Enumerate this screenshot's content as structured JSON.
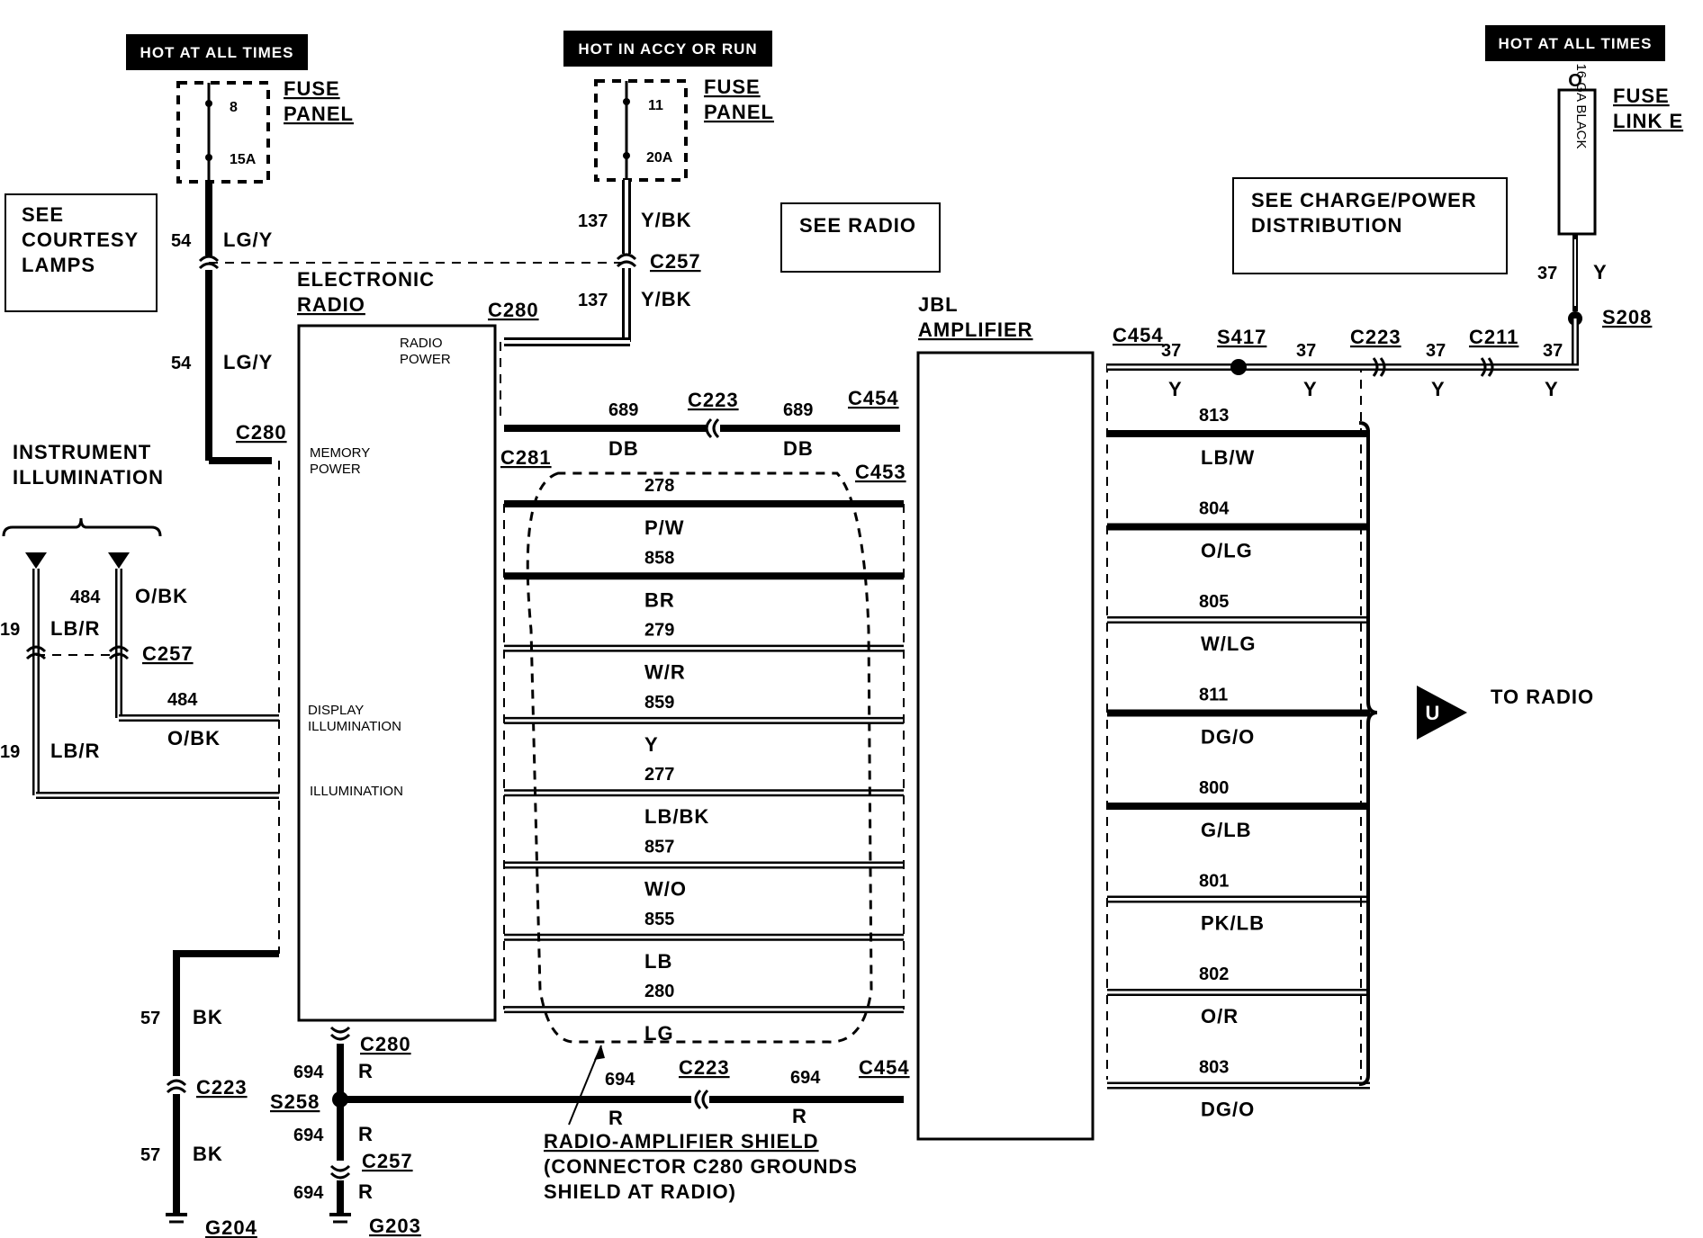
{
  "power": {
    "hot_always_left": "HOT AT ALL TIMES",
    "hot_accy": "HOT IN ACCY OR RUN",
    "hot_always_right": "HOT AT ALL TIMES"
  },
  "fuses": {
    "left": {
      "label1": "FUSE",
      "label2": "PANEL",
      "number": "8",
      "rating": "15A"
    },
    "middle": {
      "label1": "FUSE",
      "label2": "PANEL",
      "number": "11",
      "rating": "20A"
    },
    "right": {
      "label1": "FUSE",
      "label2": "LINK E",
      "gauge": "16 GA BLACK",
      "top": "O"
    }
  },
  "notes": {
    "courtesy": [
      "SEE",
      "COURTESY",
      "LAMPS"
    ],
    "radio": "SEE RADIO",
    "charge": [
      "SEE CHARGE/POWER",
      "DISTRIBUTION"
    ]
  },
  "radio": {
    "title1": "ELECTRONIC",
    "title2": "RADIO",
    "pins": [
      "RADIO",
      "POWER",
      "MEMORY",
      "POWER",
      "DISPLAY",
      "ILLUMINATION",
      "ILLUMINATION"
    ]
  },
  "amp": {
    "title1": "JBL",
    "title2": "AMPLIFIER"
  },
  "illum": {
    "title1": "INSTRUMENT",
    "title2": "ILLUMINATION"
  },
  "labels": {
    "w54a": "54",
    "c54a": "LG/Y",
    "w54b": "54",
    "c54b": "LG/Y",
    "w137a": "137",
    "c137a": "Y/BK",
    "w137b": "137",
    "c137b": "Y/BK",
    "c257_top": "C257",
    "c280_top": "C280",
    "c280_left": "C280",
    "w689a": "689",
    "c689a": "DB",
    "w689b": "689",
    "c689b": "DB",
    "c223_689": "C223",
    "c454_689": "C454",
    "c281": "C281",
    "c453": "C453",
    "w484a": "484",
    "c484a": "O/BK",
    "w19a": "19",
    "c19a": "LB/R",
    "c257_left": "C257",
    "w484b": "484",
    "c484b": "O/BK",
    "w19b": "19",
    "c19b": "LB/R",
    "w57a": "57",
    "c57a": "BK",
    "c223_57": "C223",
    "w57b": "57",
    "c57b": "BK",
    "g204": "G204",
    "w694a": "694",
    "c694a": "R",
    "c280_bot": "C280",
    "s258": "S258",
    "w694b": "694",
    "c694b": "R",
    "c257_bot": "C257",
    "w694c": "694",
    "c694c": "R",
    "g203": "G203",
    "w694d": "694",
    "c694d": "R",
    "c223_694": "C223",
    "w694e": "694",
    "c694e": "R",
    "c454_694": "C454",
    "c454_y": "C454",
    "s417": "S417",
    "c223_y": "C223",
    "c211": "C211",
    "s208": "S208",
    "w37_1": "37",
    "c37_1": "Y",
    "w37_2": "37",
    "c37_2": "Y",
    "w37_3": "37",
    "c37_3": "Y",
    "w37_4": "37",
    "c37_4": "Y",
    "w37_5": "37",
    "c37_5": "Y",
    "to_radio": "TO RADIO",
    "u": "U"
  },
  "shield": {
    "line1": "RADIO-AMPLIFIER SHIELD",
    "line2": "(CONNECTOR C280 GROUNDS",
    "line3": "SHIELD AT RADIO)"
  },
  "center_wires": [
    {
      "num": "278",
      "color": "P/W"
    },
    {
      "num": "858",
      "color": "BR"
    },
    {
      "num": "279",
      "color": "W/R"
    },
    {
      "num": "859",
      "color": "Y"
    },
    {
      "num": "277",
      "color": "LB/BK"
    },
    {
      "num": "857",
      "color": "W/O"
    },
    {
      "num": "855",
      "color": "LB"
    },
    {
      "num": "280",
      "color": "LG"
    }
  ],
  "right_wires": [
    {
      "num": "813",
      "color": "LB/W"
    },
    {
      "num": "804",
      "color": "O/LG"
    },
    {
      "num": "805",
      "color": "W/LG"
    },
    {
      "num": "811",
      "color": "DG/O"
    },
    {
      "num": "800",
      "color": "G/LB"
    },
    {
      "num": "801",
      "color": "PK/LB"
    },
    {
      "num": "802",
      "color": "O/R"
    },
    {
      "num": "803",
      "color": "DG/O"
    }
  ]
}
